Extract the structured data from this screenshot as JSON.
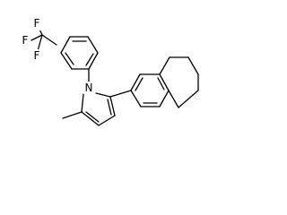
{
  "molecule": {
    "atom_labels": {
      "fluorine_top": "F",
      "fluorine_left": "F",
      "fluorine_bottom": "F",
      "pyrrole_nitrogen": "N"
    }
  },
  "colors": {
    "bond": "#000000",
    "label": "#000000",
    "background": "#ffffff"
  }
}
